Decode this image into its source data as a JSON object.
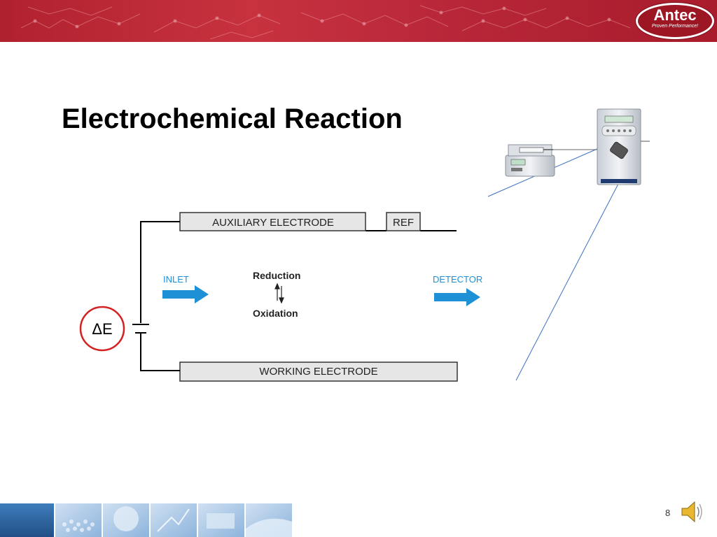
{
  "header": {
    "logo_text": "Antec",
    "logo_tagline": "Proven Performance!"
  },
  "slide": {
    "title": "Electrochemical Reaction",
    "page_number": "8"
  },
  "diagram": {
    "auxiliary_electrode": "AUXILIARY ELECTRODE",
    "reference": "REF",
    "working_electrode": "WORKING ELECTRODE",
    "inlet": "INLET",
    "detector": "DETECTOR",
    "reduction": "Reduction",
    "oxidation": "Oxidation",
    "potential": "ΔE"
  },
  "colors": {
    "banner_red": "#b9283a",
    "arrow_blue": "#1e90d6",
    "circle_red": "#d42020",
    "electrode_fill": "#e6e6e6",
    "footer_blue": "#2f6ca8"
  }
}
